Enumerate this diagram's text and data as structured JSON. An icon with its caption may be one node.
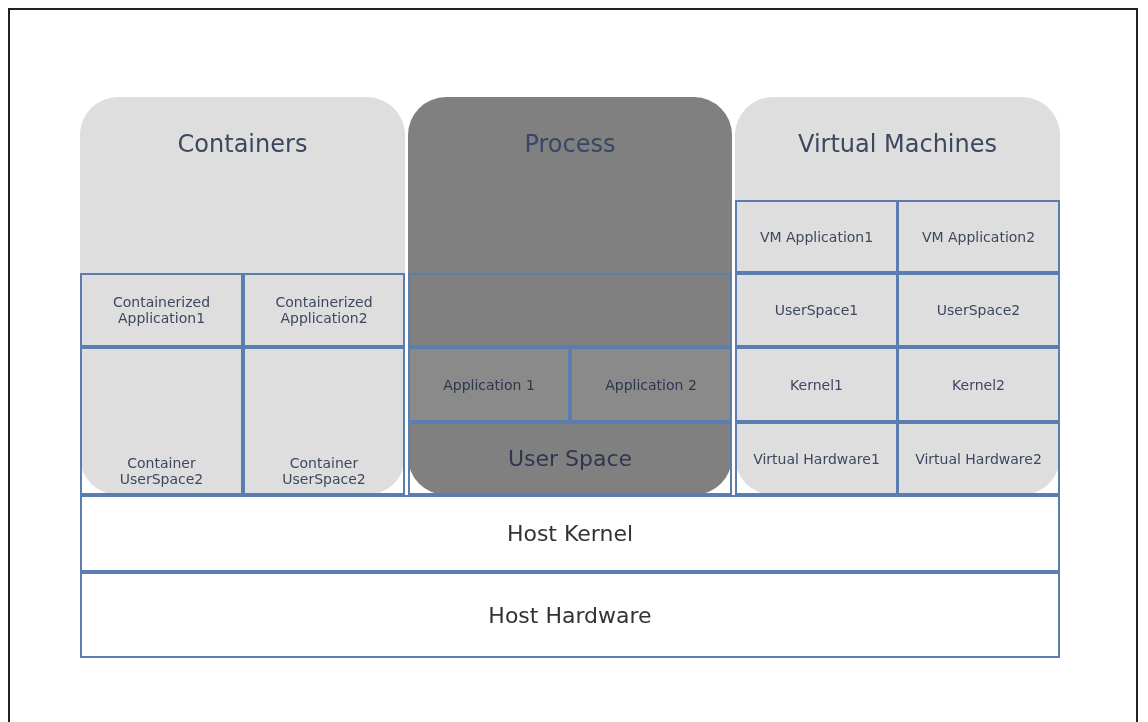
{
  "diagram": {
    "nodes": [
      {
        "text": [
          "Containers"
        ]
      },
      {
        "text": [
          "Process"
        ]
      },
      {
        "text": [
          "Virtual Machines"
        ]
      },
      {
        "text": [
          "Containerized Application1"
        ],
        "in": 0
      },
      {
        "text": [
          "Containerized Application2"
        ],
        "in": 0
      },
      {
        "text": [
          "Container UserSpace2"
        ],
        "in": 0
      },
      {
        "text": [
          "Container UserSpace2"
        ],
        "in": 0
      },
      {
        "text": [],
        "shape": "box",
        "in": 1
      },
      {
        "text": [
          "Application 1"
        ],
        "in": 1
      },
      {
        "text": [
          "Application 2"
        ],
        "in": 1
      },
      {
        "text": [
          "User Space"
        ],
        "in": 1
      },
      {
        "text": [
          "VM Application1"
        ],
        "in": 2
      },
      {
        "text": [
          "VM Application2"
        ],
        "in": 2
      },
      {
        "text": [
          "UserSpace1"
        ],
        "in": 2
      },
      {
        "text": [
          "UserSpace2"
        ],
        "in": 2
      },
      {
        "text": [
          "Kernel1"
        ],
        "in": 2
      },
      {
        "text": [
          "Kernel2"
        ],
        "in": 2
      },
      {
        "text": [
          "Virtual Hardware1"
        ],
        "in": 2
      },
      {
        "text": [
          "Virtual Hardware2"
        ],
        "in": 2
      },
      {
        "text": [
          "Host Kernel"
        ]
      },
      {
        "text": [
          "Host Hardware"
        ]
      }
    ]
  }
}
